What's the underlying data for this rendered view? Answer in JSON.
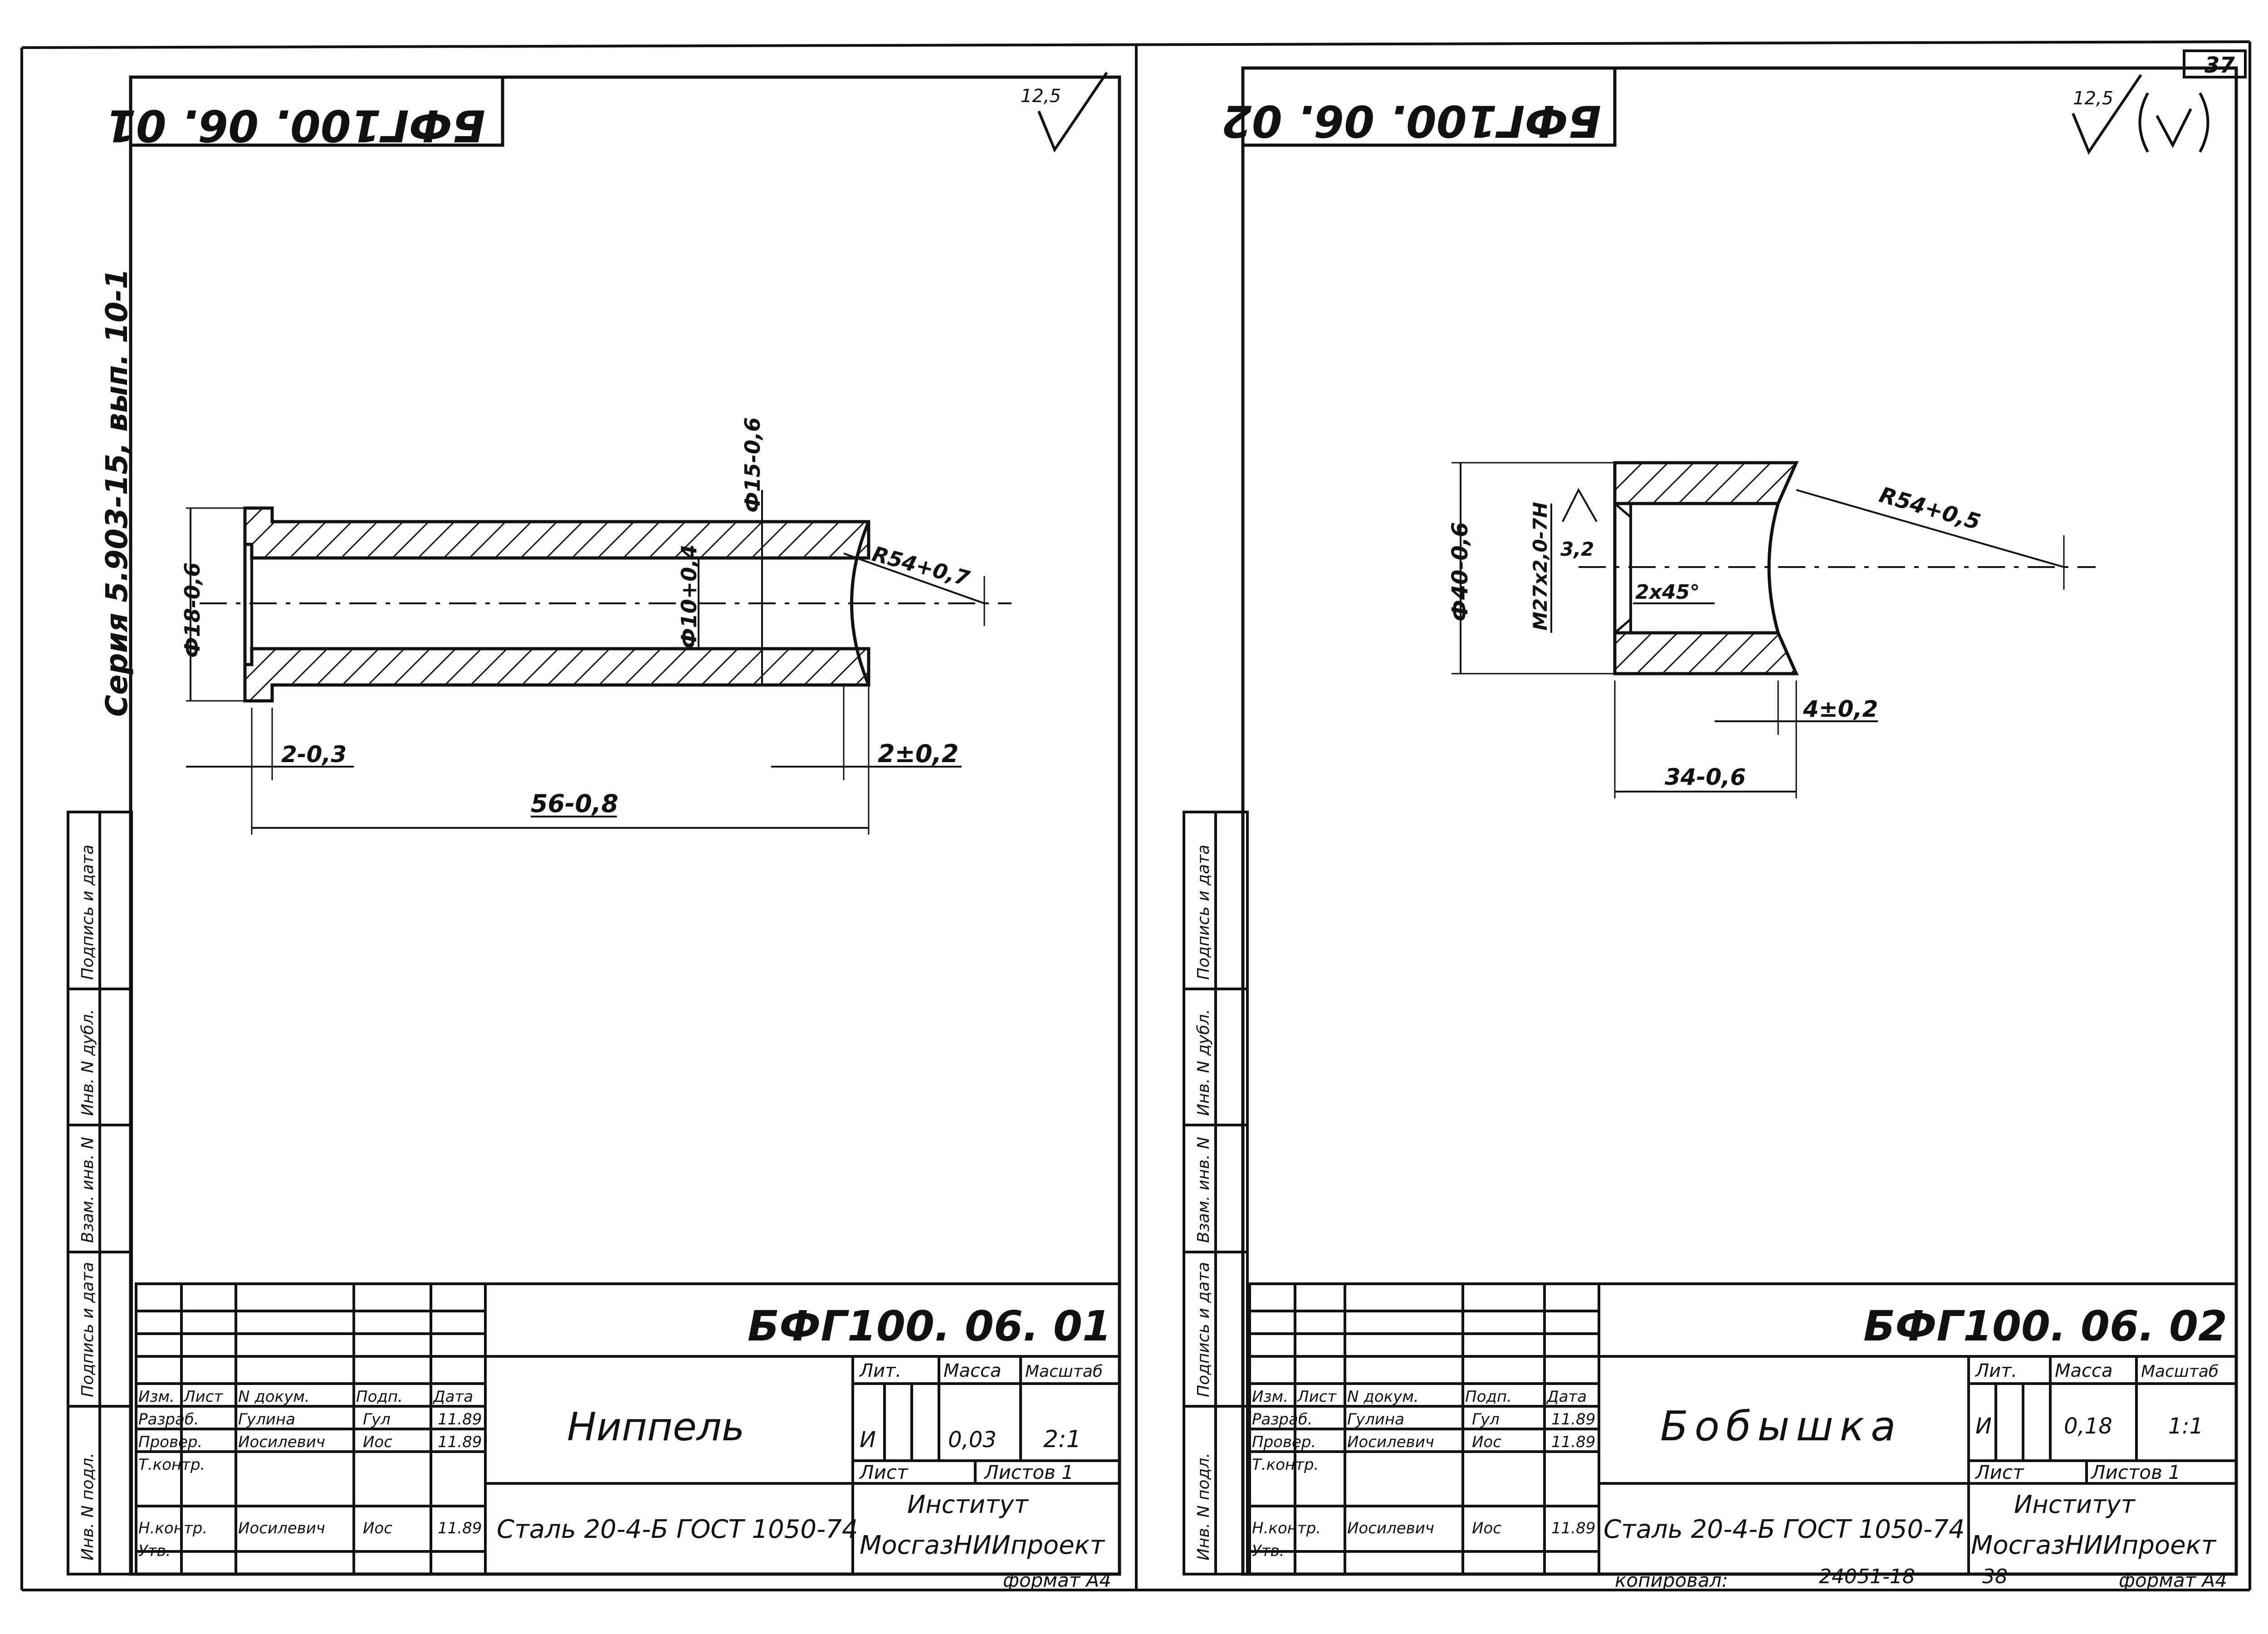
{
  "page_number": "37",
  "side_text": "Серия 5.903-15, вып. 10-1",
  "bottom_strip": {
    "copied": "копировал:",
    "code": "24051-18",
    "page": "38"
  },
  "margin_labels": [
    "Инв. N подл.",
    "Подпись и дата",
    "Взам. инв. N",
    "Инв. N дубл.",
    "Подпись и дата"
  ],
  "headers": {
    "izm": "Изм.",
    "list": "Лист",
    "ndoc": "N докум.",
    "podp": "Подп.",
    "data": "Дата"
  },
  "sheets": [
    {
      "top_code": "БФГ100. 06. 01",
      "roughness": "12,5",
      "code": "БФГ100. 06. 01",
      "name": "Ниппель",
      "material": "Сталь 20-4-Б ГОСТ 1050-74",
      "lit": "Лит.",
      "mass_h": "Масса",
      "scale_h": "Масштаб",
      "lit_val": "И",
      "mass": "0,03",
      "scale": "2:1",
      "sheet_l": "Лист",
      "sheets_l": "Листов 1",
      "org1": "Институт",
      "org2": "МосгазНИИпроект",
      "format": "формат А4",
      "people": [
        {
          "role": "Разраб.",
          "name": "Гулина",
          "sign": "Гул",
          "date": "11.89"
        },
        {
          "role": "Провер.",
          "name": "Иосилевич",
          "sign": "Иос",
          "date": "11.89"
        },
        {
          "role": "Т.контр.",
          "name": "",
          "sign": "",
          "date": ""
        },
        {
          "role": "Н.контр.",
          "name": "Иосилевич",
          "sign": "Иос",
          "date": "11.89"
        },
        {
          "role": "Утв.",
          "name": "",
          "sign": "",
          "date": ""
        }
      ],
      "dims": {
        "d18": "Ф18-0,6",
        "d10": "Ф10+0,4",
        "d15": "Ф15-0,6",
        "r54": "R54+0,7",
        "l2": "2-0,3",
        "l56": "56-0,8",
        "l2b": "2±0,2"
      }
    },
    {
      "top_code": "БФГ100. 06. 02",
      "roughness": "12,5",
      "code": "БФГ100. 06. 02",
      "name": "Бобышка",
      "material": "Сталь 20-4-Б ГОСТ 1050-74",
      "lit": "Лит.",
      "mass_h": "Масса",
      "scale_h": "Масштаб",
      "lit_val": "И",
      "mass": "0,18",
      "scale": "1:1",
      "sheet_l": "Лист",
      "sheets_l": "Листов 1",
      "org1": "Институт",
      "org2": "МосгазНИИпроект",
      "format": "формат А4",
      "people": [
        {
          "role": "Разраб.",
          "name": "Гулина",
          "sign": "Гул",
          "date": "11.89"
        },
        {
          "role": "Провер.",
          "name": "Иосилевич",
          "sign": "Иос",
          "date": "11.89"
        },
        {
          "role": "Т.контр.",
          "name": "",
          "sign": "",
          "date": ""
        },
        {
          "role": "Н.контр.",
          "name": "Иосилевич",
          "sign": "Иос",
          "date": "11.89"
        },
        {
          "role": "Утв.",
          "name": "",
          "sign": "",
          "date": ""
        }
      ],
      "dims": {
        "d40": "Ф40-0,6",
        "m27": "М27x2,0-7Н",
        "r32": "3,2",
        "ch": "2x45°",
        "r54": "R54+0,5",
        "l4": "4±0,2",
        "l34": "34-0,6"
      }
    }
  ]
}
